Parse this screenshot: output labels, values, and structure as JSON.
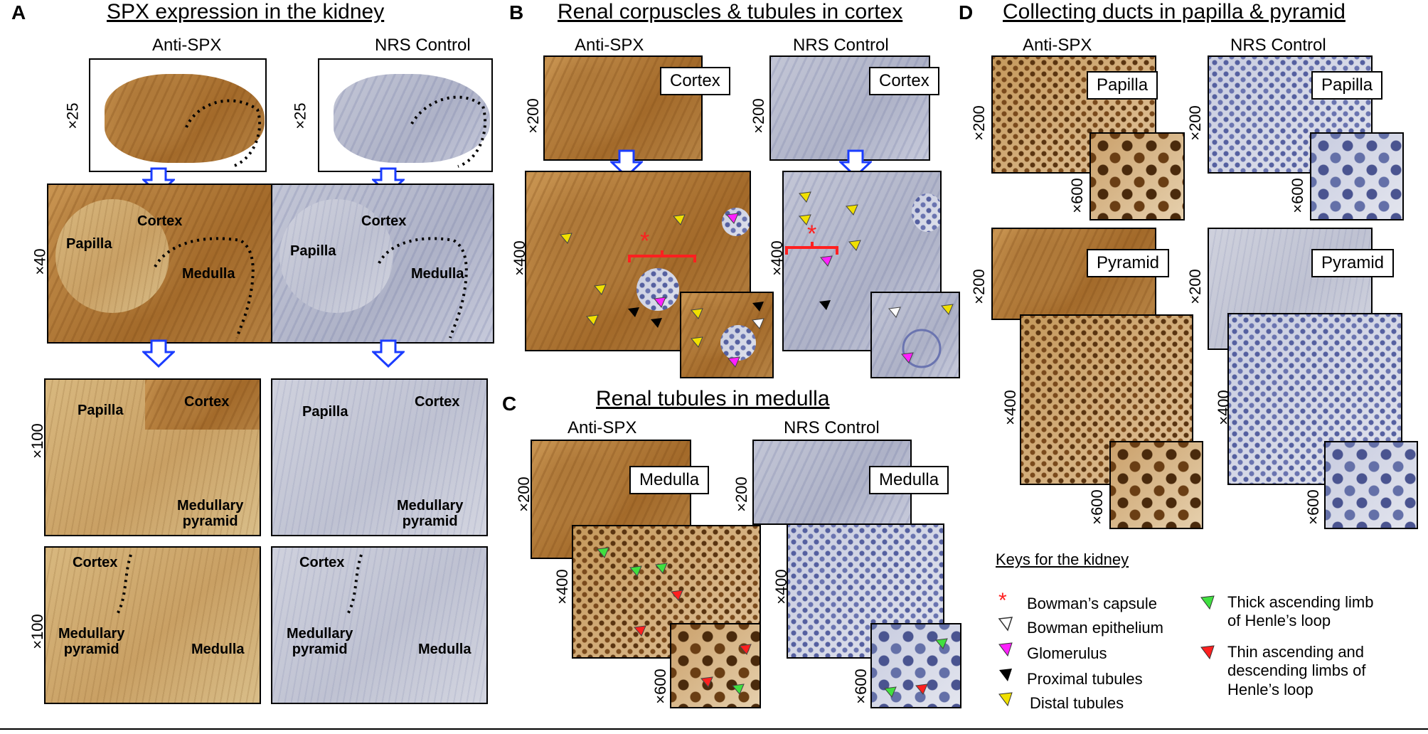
{
  "panels": {
    "A": {
      "letter": "A",
      "title": "SPX expression in the kidney",
      "col_left": "Anti-SPX",
      "col_right": "NRS Control",
      "mags": [
        "×25",
        "×25",
        "×40",
        "×100",
        "×100"
      ],
      "regions": {
        "cortex": "Cortex",
        "papilla": "Papilla",
        "medulla": "Medulla",
        "medullary_pyramid": "Medullary pyramid",
        "medullary_pyramid_l1": "Medullary",
        "medullary_pyramid_l2": "pyramid"
      }
    },
    "B": {
      "letter": "B",
      "title": "Renal corpuscles & tubules in cortex",
      "col_left": "Anti-SPX",
      "col_right": "NRS Control",
      "box_label": "Cortex",
      "mag_200": "×200",
      "mag_400": "×400"
    },
    "C": {
      "letter": "C",
      "title": "Renal tubules in medulla",
      "col_left": "Anti-SPX",
      "col_right": "NRS Control",
      "box_label": "Medulla",
      "mag_200": "×200",
      "mag_400": "×400",
      "mag_600": "×600"
    },
    "D": {
      "letter": "D",
      "title": "Collecting ducts in papilla & pyramid",
      "col_left": "Anti-SPX",
      "col_right": "NRS Control",
      "box_papilla": "Papilla",
      "box_pyramid": "Pyramid",
      "mag_200": "×200",
      "mag_400": "×400",
      "mag_600": "×600"
    }
  },
  "keys": {
    "title": "Keys for the kidney",
    "items": [
      {
        "label": "Bowman’s capsule",
        "icon": "red-asterisk",
        "color": "#ff2020"
      },
      {
        "label": "Bowman epithelium",
        "icon": "white-arrowhead",
        "color": "#ffffff"
      },
      {
        "label": "Glomerulus",
        "icon": "magenta-arrowhead",
        "color": "#ff20ff"
      },
      {
        "label": "Proximal tubules",
        "icon": "black-arrowhead",
        "color": "#000000"
      },
      {
        "label": "Distal tubules",
        "icon": "yellow-arrowhead",
        "color": "#f0e000"
      },
      {
        "label_l1": "Thick ascending limb",
        "label_l2": "of Henle’s loop",
        "icon": "green-arrowhead",
        "color": "#40e040"
      },
      {
        "label_l1": "Thin ascending and",
        "label_l2": "descending limbs of",
        "label_l3": "Henle’s loop",
        "icon": "red-arrowhead",
        "color": "#ff2020"
      }
    ]
  },
  "colors": {
    "arrow_blue": "#1a3cff",
    "annotation_red": "#ff2020"
  }
}
